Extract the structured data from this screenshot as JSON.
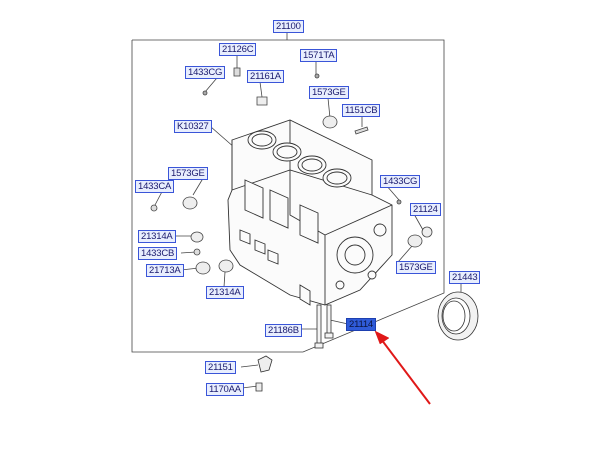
{
  "diagram": {
    "parts": {
      "p21100": "21100",
      "p21126c": "21126C",
      "p1571ta": "1571TA",
      "p1433cg_top": "1433CG",
      "p21161a": "21161A",
      "p1573ge_top": "1573GE",
      "p1151cb": "1151CB",
      "pk10327": "K10327",
      "p1573ge_left": "1573GE",
      "p1433ca": "1433CA",
      "p1433cg_right": "1433CG",
      "p21124": "21124",
      "p21314a_left": "21314A",
      "p1433cb": "1433CB",
      "p21713a": "21713A",
      "p1573ge_right": "1573GE",
      "p21314a_bottom": "21314A",
      "p21443": "21443",
      "p21186b": "21186B",
      "p21114": "21114",
      "p21151": "21151",
      "p1170aa": "1170AA"
    },
    "highlighted_part": "21114",
    "colors": {
      "label_border": "#3a55d8",
      "label_fill": "#e8eefe",
      "highlight_fill": "#2f5bd8",
      "pointer_arrow": "#e01818",
      "line_art": "#333333"
    }
  }
}
